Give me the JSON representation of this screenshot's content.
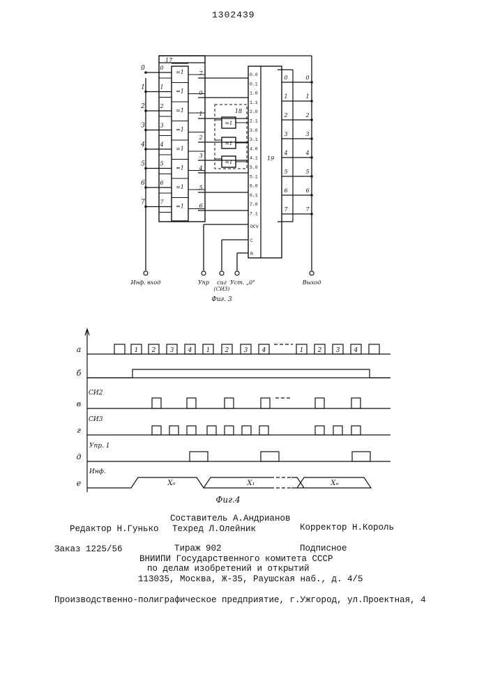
{
  "page": {
    "number": "1302439"
  },
  "fig3": {
    "caption": "Фиг. 3",
    "block17": "17",
    "block18": "18",
    "block19": "19",
    "in_labels": [
      "0",
      "1",
      "2",
      "3",
      "4",
      "5",
      "6",
      "7"
    ],
    "mid_labels": [
      "7",
      "0",
      "1",
      "2",
      "3",
      "4",
      "5",
      "6"
    ],
    "xor_labels": [
      "=1",
      "=1",
      "=1",
      "=1",
      "=1",
      "=1",
      "=1",
      "=1"
    ],
    "xor2_labels": [
      "=1",
      "=1",
      "=1"
    ],
    "mux_ports": [
      "0.0",
      "0.1",
      "1.0",
      "1.1",
      "2.0",
      "2.1",
      "3.0",
      "3.1",
      "4.0",
      "4.1",
      "5.0",
      "5.1",
      "6.0",
      "6.1",
      "7.0",
      "7.1"
    ],
    "ctrl_ports": [
      "DCV",
      "C",
      "R"
    ],
    "out_labels": [
      "0",
      "1",
      "2",
      "3",
      "4",
      "5",
      "6",
      "7"
    ],
    "bottom_labels": {
      "inf_in": "Инф. вход",
      "upr": "Упр",
      "sig": "сиг",
      "sig_sub": "(СИ3)",
      "ust": "Уст. „0\"",
      "out": "Выход"
    }
  },
  "fig4": {
    "caption": "Фиг.4",
    "row_letters": [
      "а",
      "б",
      "в",
      "г",
      "д",
      "е"
    ],
    "row_labels": [
      "СИ2",
      "СИ3",
      "Упр. 1",
      "Инф."
    ],
    "pulse_numbers": [
      "1",
      "2",
      "3",
      "4",
      "1",
      "2",
      "3",
      "4",
      "1",
      "2",
      "3",
      "4"
    ],
    "signal_labels": [
      "X₀",
      "X₁",
      "Xₙ"
    ]
  },
  "footer": {
    "compiler": "Составитель А.Андрианов",
    "editor": "Редактор Н.Гунько",
    "techred": "Техред Л.Олейник",
    "corrector": "Корректор Н.Король",
    "order": "Заказ 1225/56",
    "circulation": "Тираж 902",
    "subscription": "Подписное",
    "org1": "ВНИИПИ Государственного комитета СССР",
    "org2": "по делам изобретений и открытий",
    "address": "113035, Москва, Ж-35, Раушская наб., д. 4/5",
    "printer": "Производственно-полиграфическое предприятие, г.Ужгород, ул.Проектная, 4"
  }
}
